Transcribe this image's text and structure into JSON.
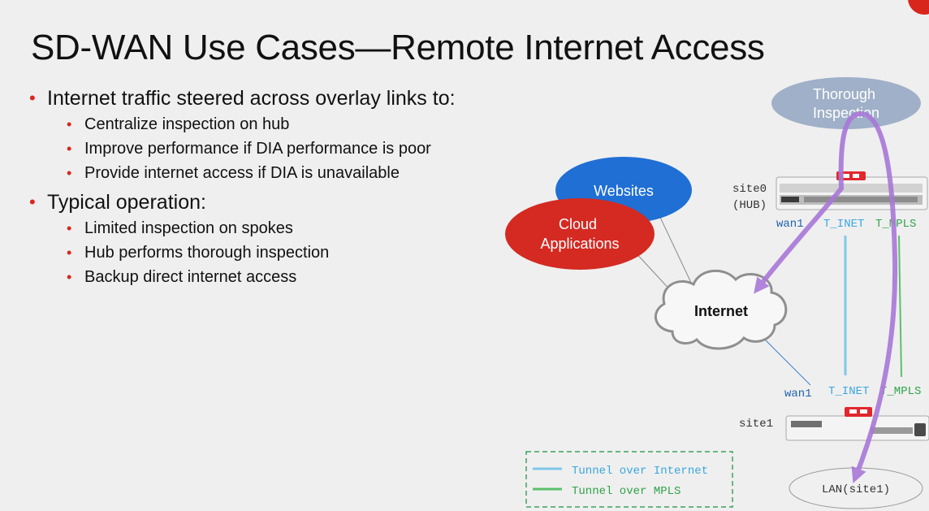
{
  "title": "SD-WAN Use Cases—Remote Internet Access",
  "bullets": [
    {
      "text": "Internet traffic steered across overlay links to:",
      "subs": [
        "Centralize inspection on hub",
        "Improve performance if DIA performance is poor",
        "Provide internet access if DIA is unavailable"
      ]
    },
    {
      "text": "Typical operation:",
      "subs": [
        "Limited inspection on spokes",
        "Hub performs thorough inspection",
        "Backup direct internet access"
      ]
    }
  ],
  "diagram": {
    "thorough_inspection": "Thorough Inspection",
    "websites": "Websites",
    "cloud_applications": "Cloud Applications",
    "internet": "Internet",
    "site0_line1": "site0",
    "site0_line2": "(HUB)",
    "hub_wan1": "wan1",
    "hub_t_inet": "T_INET",
    "hub_t_mpls": "T_MPLS",
    "site1": "site1",
    "spoke_wan1": "wan1",
    "spoke_t_inet": "T_INET",
    "spoke_t_mpls": "T_MPLS",
    "lan": "LAN(site1)",
    "legend": {
      "internet_tunnel": "Tunnel over Internet",
      "mpls_tunnel": "Tunnel over MPLS"
    }
  },
  "colors": {
    "accent_red": "#d9261c",
    "tunnel_internet": "#7fc8ea",
    "tunnel_mpls": "#5cc06a",
    "flow_arrow": "#a978d8",
    "websites": "#1f6fd4",
    "cloud_applications": "#d42a22",
    "thorough_inspection": "#9fb0c8",
    "legend_border": "#3fa060"
  }
}
